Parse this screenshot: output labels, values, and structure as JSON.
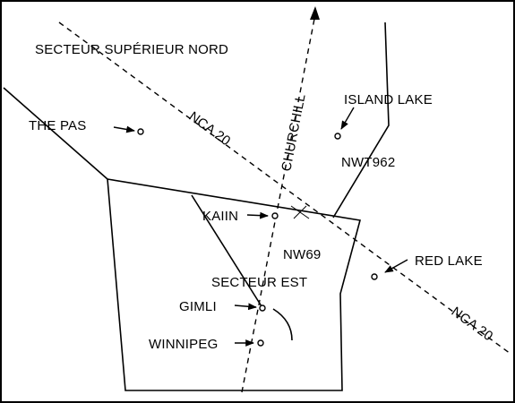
{
  "labels": {
    "secteur_superieur_nord": "SECTEUR SUPÉRIEUR NORD",
    "secteur_est": "SECTEUR EST",
    "churchill": "CHURCHILL",
    "nca20_upper": "NCA 20",
    "nca20_lower": "NCA 20",
    "the_pas": "THE PAS",
    "island_lake": "ISLAND LAKE",
    "nwt962": "NWT962",
    "kaiin": "KAIIN",
    "nw69": "NW69",
    "red_lake": "RED LAKE",
    "gimli": "GIMLI",
    "winnipeg": "WINNIPEG"
  },
  "colors": {
    "ink": "#000000",
    "background": "#ffffff"
  },
  "icons": {
    "point_marker": "circle-waypoint-icon",
    "direction_arrow": "arrow-icon"
  }
}
